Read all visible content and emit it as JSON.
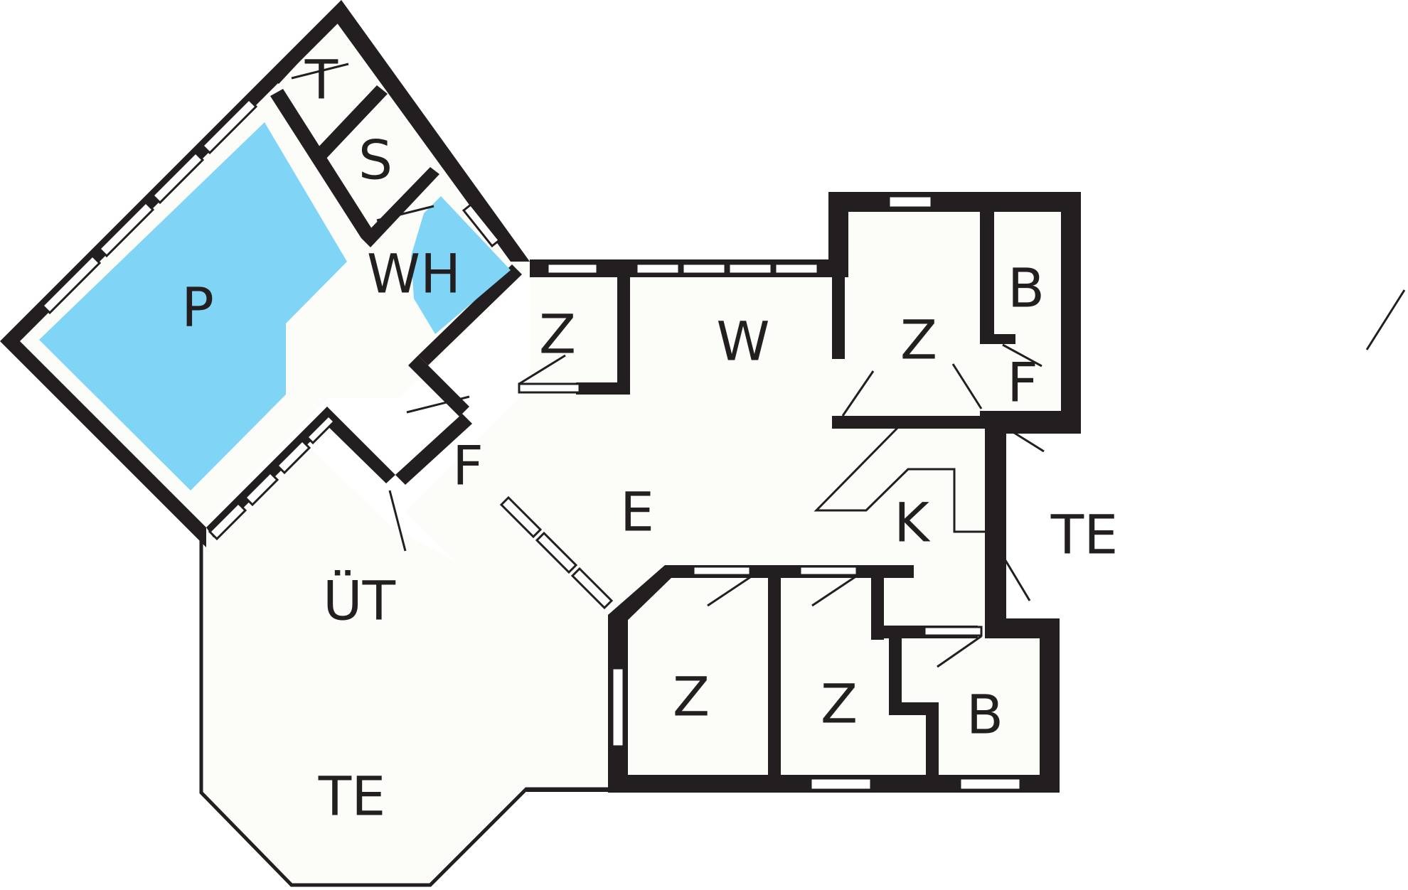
{
  "colors": {
    "wall": "#231f20",
    "floor": "#fcfdf8",
    "pool": "#80d4f6",
    "background": "#ffffff"
  },
  "rooms": {
    "p": "P",
    "wh": "WH",
    "s": "S",
    "t": "T",
    "z_1": "Z",
    "w": "W",
    "z_2": "Z",
    "b_1": "B",
    "f_1": "F",
    "f_2": "F",
    "e": "E",
    "k": "K",
    "te_1": "TE",
    "ut": "ÜT",
    "te_2": "TE",
    "z_3": "Z",
    "z_4": "Z",
    "b_2": "B"
  }
}
